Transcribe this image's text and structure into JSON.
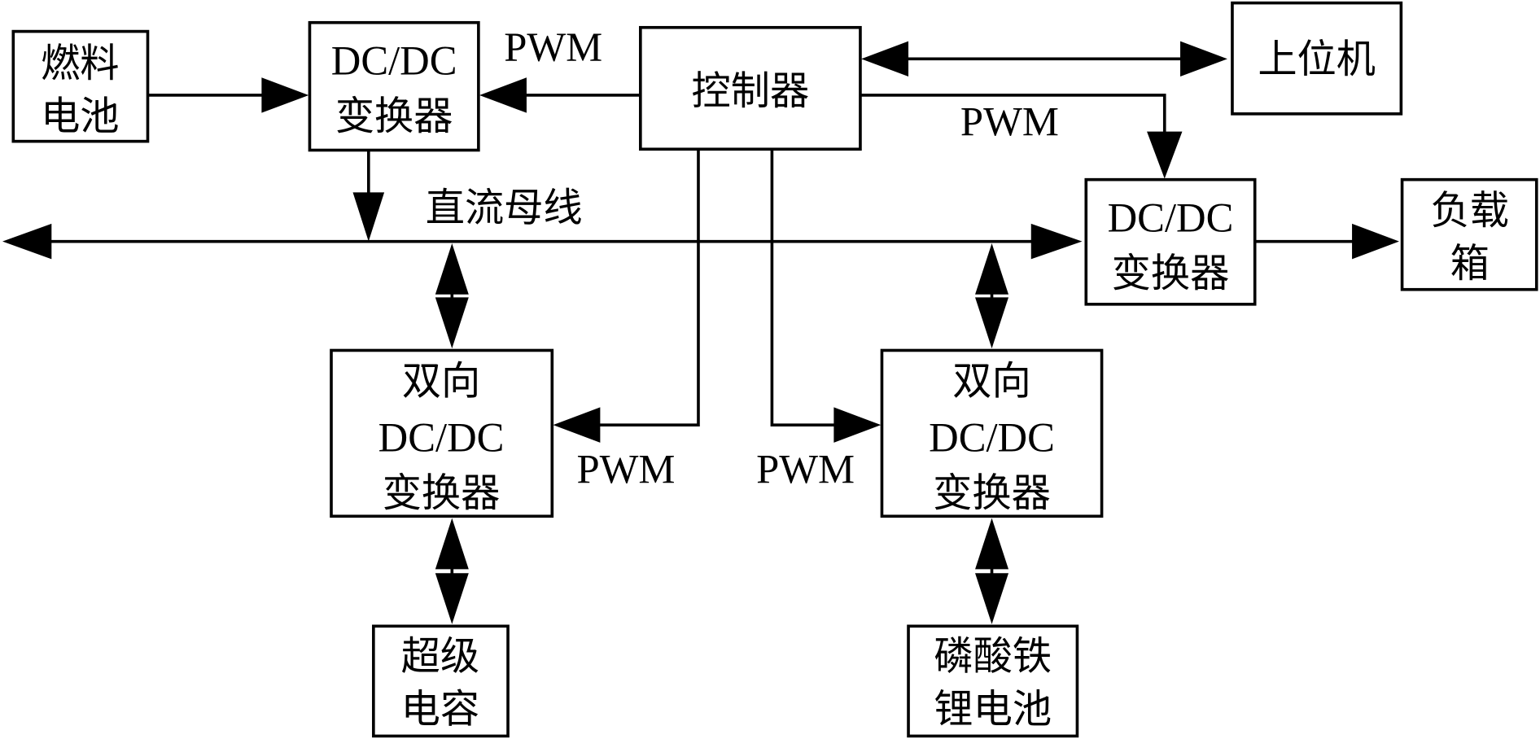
{
  "diagram": {
    "nodes": {
      "fuel_cell": {
        "lines": [
          "燃料",
          "电池"
        ]
      },
      "fc_converter": {
        "lines": [
          "DC/DC",
          "变换器"
        ]
      },
      "controller": {
        "lines": [
          "控制器"
        ]
      },
      "host_computer": {
        "lines": [
          "上位机"
        ]
      },
      "load_converter": {
        "lines": [
          "DC/DC",
          "变换器"
        ]
      },
      "load_box": {
        "lines": [
          "负载",
          "箱"
        ]
      },
      "sc_converter": {
        "lines": [
          "双向",
          "DC/DC",
          "变换器"
        ]
      },
      "bat_converter": {
        "lines": [
          "双向",
          "DC/DC",
          "变换器"
        ]
      },
      "supercapacitor": {
        "lines": [
          "超级",
          "电容"
        ]
      },
      "lfp_battery": {
        "lines": [
          "磷酸铁",
          "锂电池"
        ]
      }
    },
    "labels": {
      "dc_bus": "直流母线",
      "pwm_fc": "PWM",
      "pwm_load": "PWM",
      "pwm_sc": "PWM",
      "pwm_bat": "PWM"
    },
    "edges": [
      {
        "from": "fuel_cell",
        "to": "fc_converter",
        "direction": "forward"
      },
      {
        "from": "controller",
        "to": "fc_converter",
        "label": "PWM",
        "direction": "forward"
      },
      {
        "from": "controller",
        "to": "host_computer",
        "direction": "bidirectional"
      },
      {
        "from": "controller",
        "to": "load_converter",
        "label": "PWM",
        "direction": "forward"
      },
      {
        "from": "fc_converter",
        "to": "dc_bus",
        "direction": "forward"
      },
      {
        "from": "dc_bus",
        "to": "load_converter",
        "direction": "forward"
      },
      {
        "from": "load_converter",
        "to": "load_box",
        "direction": "forward"
      },
      {
        "from": "dc_bus",
        "to": "sc_converter",
        "direction": "bidirectional"
      },
      {
        "from": "dc_bus",
        "to": "bat_converter",
        "direction": "bidirectional"
      },
      {
        "from": "controller",
        "to": "sc_converter",
        "label": "PWM",
        "direction": "forward"
      },
      {
        "from": "controller",
        "to": "bat_converter",
        "label": "PWM",
        "direction": "forward"
      },
      {
        "from": "sc_converter",
        "to": "supercapacitor",
        "direction": "bidirectional"
      },
      {
        "from": "bat_converter",
        "to": "lfp_battery",
        "direction": "bidirectional"
      }
    ]
  }
}
